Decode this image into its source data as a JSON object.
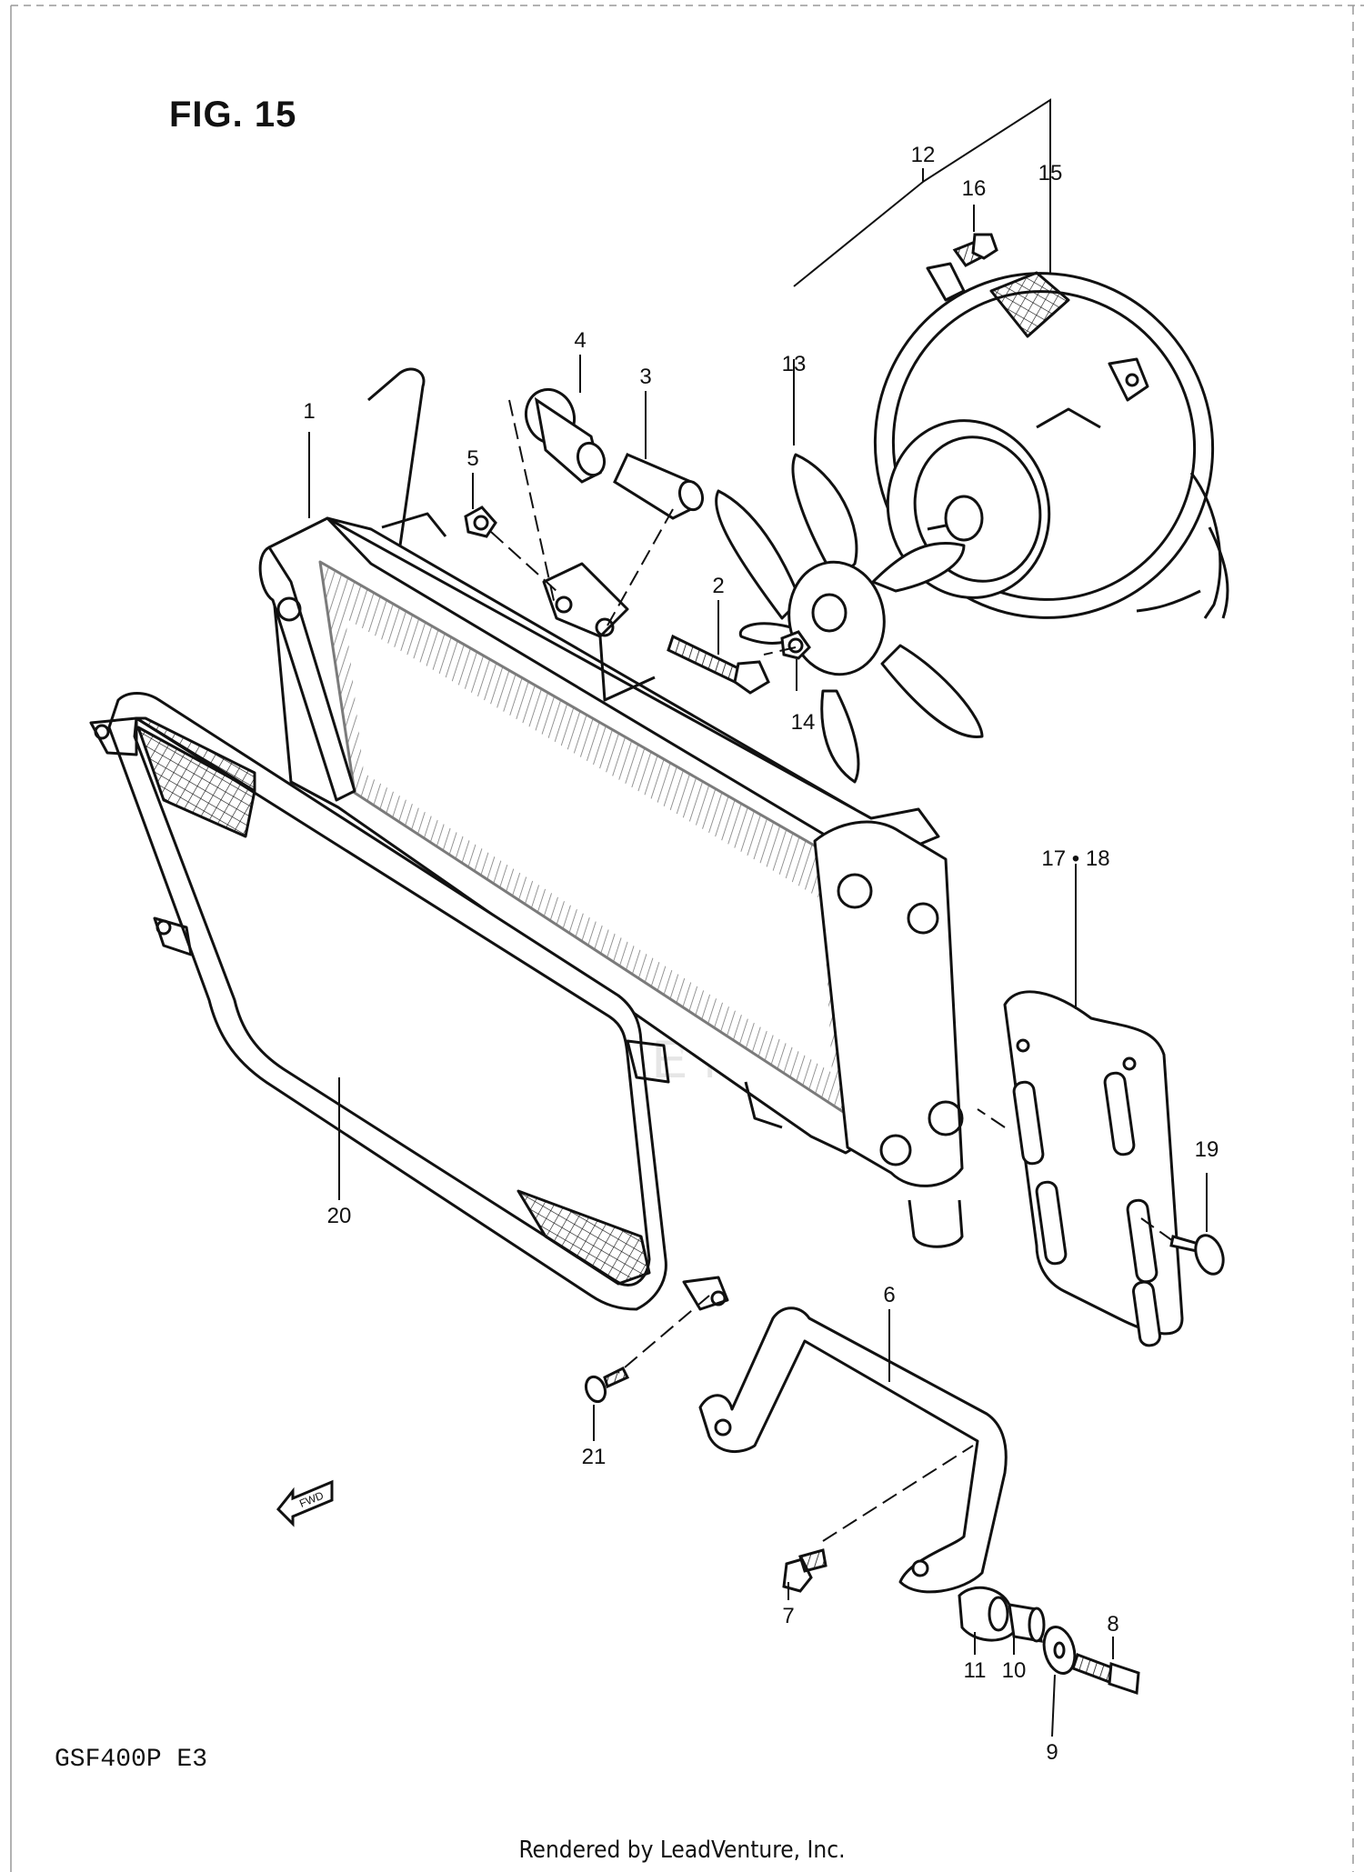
{
  "figure": {
    "title": "FIG. 15",
    "model": "GSF400P  E3",
    "footer": "Rendered by LeadVenture, Inc.",
    "watermark": "LEADVENTURE",
    "fwd_label": "FWD"
  },
  "callouts": [
    {
      "id": "1",
      "label": "1"
    },
    {
      "id": "2",
      "label": "2"
    },
    {
      "id": "3",
      "label": "3"
    },
    {
      "id": "4",
      "label": "4"
    },
    {
      "id": "5",
      "label": "5"
    },
    {
      "id": "6",
      "label": "6"
    },
    {
      "id": "7",
      "label": "7"
    },
    {
      "id": "8",
      "label": "8"
    },
    {
      "id": "9",
      "label": "9"
    },
    {
      "id": "10",
      "label": "10"
    },
    {
      "id": "11",
      "label": "11"
    },
    {
      "id": "12",
      "label": "12"
    },
    {
      "id": "13",
      "label": "13"
    },
    {
      "id": "14",
      "label": "14"
    },
    {
      "id": "15",
      "label": "15"
    },
    {
      "id": "16",
      "label": "16"
    },
    {
      "id": "17-18",
      "label": "17 • 18"
    },
    {
      "id": "19",
      "label": "19"
    },
    {
      "id": "20",
      "label": "20"
    },
    {
      "id": "21",
      "label": "21"
    }
  ]
}
